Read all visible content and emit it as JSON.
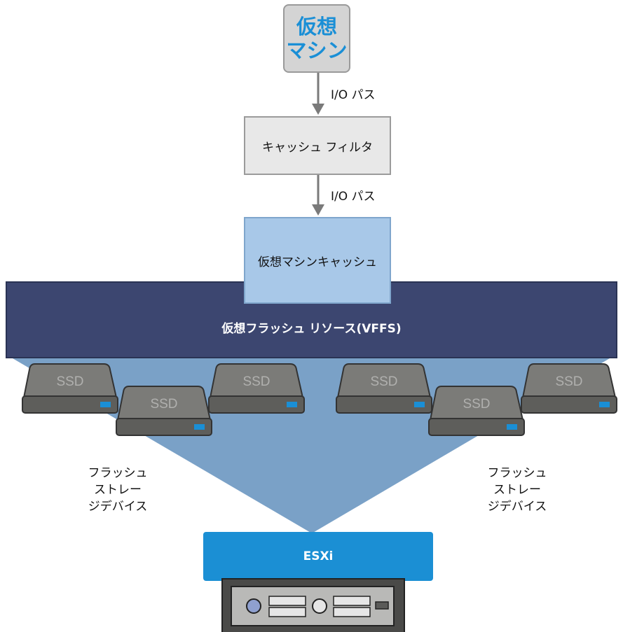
{
  "vm": {
    "line1": "仮想",
    "line2": "マシン"
  },
  "io_path_1": "I/O パス",
  "io_path_2": "I/O パス",
  "cache_filter": "キャッシュ フィルタ",
  "vm_cache": "仮想マシンキャッシュ",
  "vffs": "仮想フラッシュ リソース(VFFS)",
  "ssd_label": "SSD",
  "flash_left": {
    "line1": "フラッシュ",
    "line2": "ストレー",
    "line3": "ジデバイス"
  },
  "flash_right": {
    "line1": "フラッシュ",
    "line2": "ストレー",
    "line3": "ジデバイス"
  },
  "esxi": "ESXi",
  "colors": {
    "vm_text": "#1a8fd6",
    "vffs": "#3c4670",
    "cache": "#a8c8e8",
    "esxi": "#1b8fd4",
    "ssd_led": "#1a8fd6"
  }
}
